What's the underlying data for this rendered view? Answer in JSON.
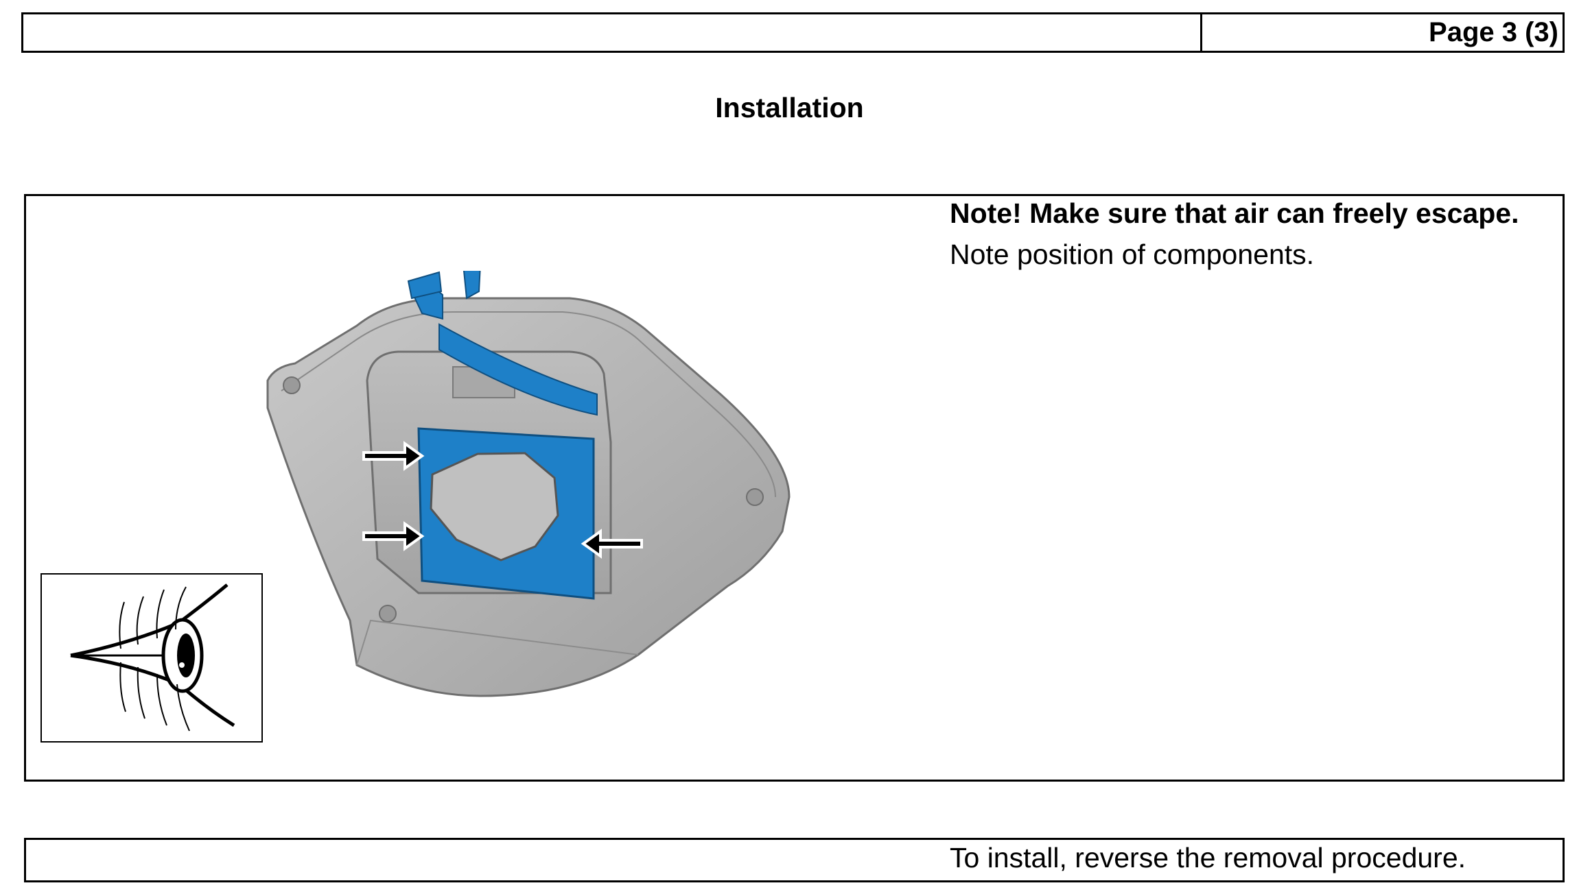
{
  "header": {
    "page_label": "Page 3 (3)"
  },
  "section": {
    "title": "Installation"
  },
  "note": {
    "heading": "Note!  Make sure that air can freely escape.",
    "text": "Note position of components."
  },
  "illustration": {
    "accent_color": "#1e80c8",
    "body_color": "#b5b5b5",
    "icon": "eye-icon"
  },
  "footer": {
    "text": "To install, reverse the removal procedure."
  }
}
